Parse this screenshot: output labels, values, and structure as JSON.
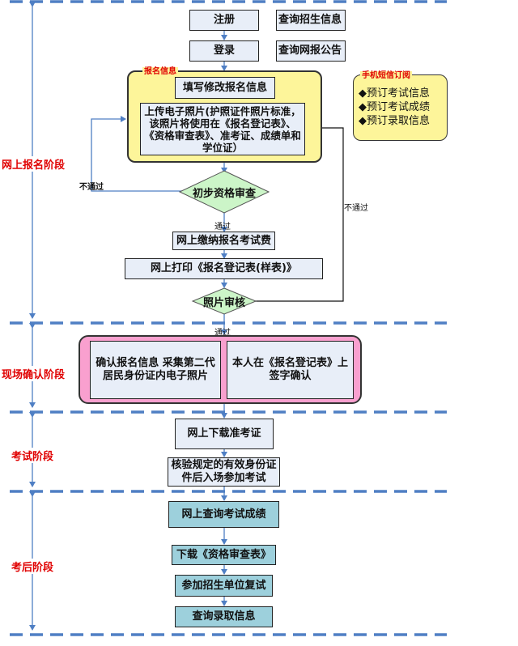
{
  "colors": {
    "divider": "#4f7fc4",
    "arrow": "#4f7fc4",
    "stage_label": "#e00000",
    "box_fill": "#e8eef8",
    "teal_fill": "#9dd0dc",
    "yellow_group": "#fdf59a",
    "pink_group": "#f9a0cf",
    "diamond_fill": "#ccf5c8"
  },
  "stages": [
    {
      "label": "网上报名阶段"
    },
    {
      "label": "现场确认阶段"
    },
    {
      "label": "考试阶段"
    },
    {
      "label": "考后阶段"
    }
  ],
  "top_steps": {
    "register": "注册",
    "login": "登录",
    "query_admissions": "查询招生信息",
    "query_announcement": "查询网报公告"
  },
  "registration_group": {
    "tag": "报名信息",
    "fill_info": "填写修改报名信息",
    "upload_photo": "上传电子照片(护照证件照片标准，该照片将使用在《报名登记表》、《资格审查表》、准考证、成绩单和学位证）"
  },
  "sms_group": {
    "tag": "手机短信订阅",
    "items": [
      "◆预订考试信息",
      "◆预订考试成绩",
      "◆预订录取信息"
    ]
  },
  "decisions": {
    "initial_review": "初步资格审查",
    "photo_review": "照片审核"
  },
  "flow_labels": {
    "fail_left": "不通过",
    "fail_right": "不通过",
    "pass_1": "通过",
    "pass_2": "通过"
  },
  "online_steps": {
    "pay_fee": "网上缴纳报名考试费",
    "print_form": "网上打印《报名登记表(样表)》"
  },
  "onsite_group": {
    "confirm_info": "确认报名信息 采集第二代居民身份证内电子照片",
    "sign_form": "本人在《报名登记表》上签字确认"
  },
  "exam_steps": {
    "download_ticket": "网上下载准考证",
    "verify_id": "核验规定的有效身份证件后入场参加考试"
  },
  "post_exam_steps": {
    "query_score": "网上查询考试成绩",
    "download_review_form": "下载《资格审查表》",
    "retest": "参加招生单位复试",
    "query_admission_result": "查询录取信息"
  }
}
